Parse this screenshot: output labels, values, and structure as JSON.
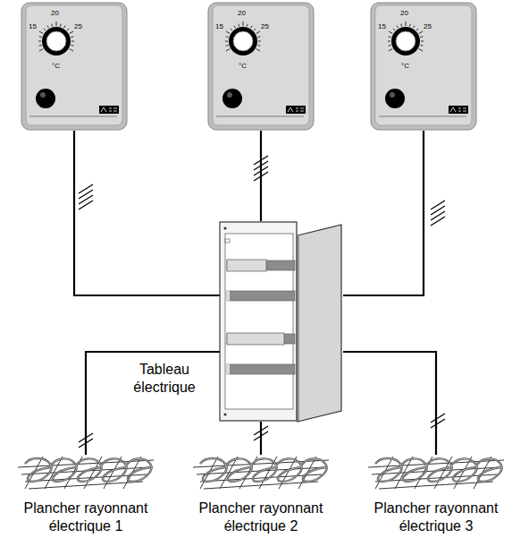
{
  "diagram": {
    "nodes": [
      {
        "text": [
          "15",
          "20",
          "25",
          "°C"
        ]
      },
      {
        "text": [
          "15",
          "20",
          "25",
          "°C"
        ]
      },
      {
        "text": [
          "15",
          "20",
          "25",
          "°C"
        ]
      },
      {
        "text": [
          "Tableau électrique"
        ]
      },
      {
        "text": [
          "Plancher rayonnant électrique 1"
        ]
      },
      {
        "text": [
          "Plancher rayonnant électrique 2"
        ]
      },
      {
        "text": [
          "Plancher rayonnant électrique 3"
        ]
      }
    ],
    "edges": [
      {
        "from": 0,
        "to": 3,
        "arrow": "none"
      },
      {
        "from": 1,
        "to": 3,
        "arrow": "none"
      },
      {
        "from": 2,
        "to": 3,
        "arrow": "none"
      },
      {
        "from": 3,
        "to": 4,
        "arrow": "none"
      },
      {
        "from": 3,
        "to": 5,
        "arrow": "none"
      },
      {
        "from": 3,
        "to": 6,
        "arrow": "none"
      }
    ]
  }
}
